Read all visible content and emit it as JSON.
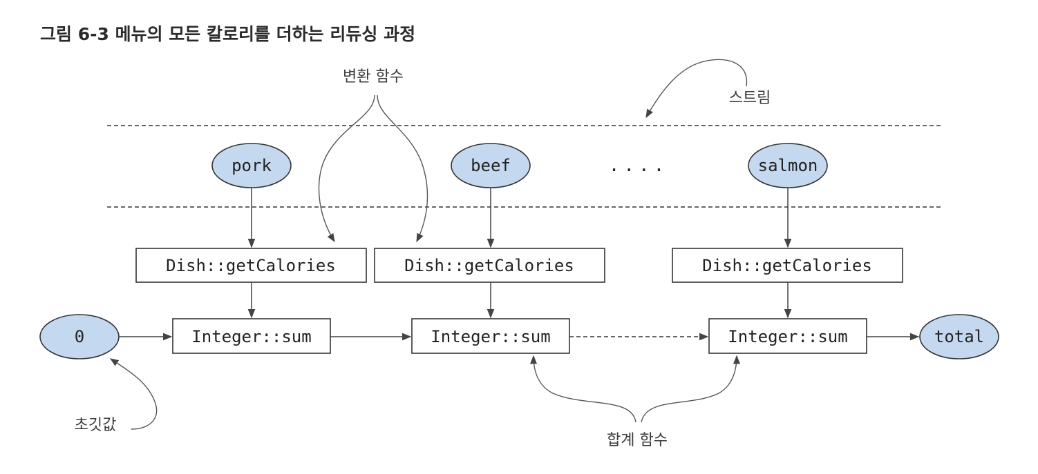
{
  "title": "그림 6-3 메뉴의 모든 칼로리를 더하는 리듀싱 과정",
  "annotations": {
    "transform_function": "변환 함수",
    "stream": "스트림",
    "initial_value": "초깃값",
    "sum_function": "합계 함수"
  },
  "stream_items": [
    "pork",
    "beef",
    "salmon"
  ],
  "ellipsis": "....",
  "mapper_label": "Dish::getCalories",
  "reducer_label": "Integer::sum",
  "initial": "0",
  "result": "total",
  "colors": {
    "node_fill": "#c4d9ef",
    "stroke": "#333333"
  }
}
